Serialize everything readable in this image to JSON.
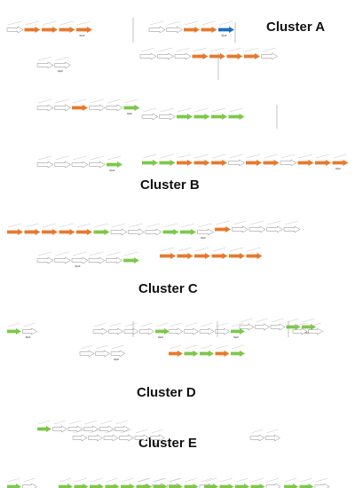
{
  "colors": {
    "orange": "#e8792b",
    "green": "#7cc84a",
    "blue": "#1f6fb8",
    "white": "#ffffff",
    "outline": "#8a8a8a"
  },
  "legend_unreadable_note": "",
  "clusters": [
    {
      "title": "Cluster A",
      "loci": [
        {
          "genes": [
            "white",
            "orange",
            "orange",
            "orange",
            "orange"
          ],
          "marker": "RpsK"
        },
        {
          "genes": [
            "white",
            "white",
            "orange",
            "orange",
            "blue"
          ],
          "marker": "RpsK"
        },
        {
          "genes": [
            "white",
            "white"
          ],
          "marker": "RpsK"
        },
        {
          "genes": [
            "white",
            "white",
            "white",
            "orange",
            "orange",
            "orange",
            "orange",
            "white"
          ],
          "marker": ""
        },
        {
          "genes": [
            "white",
            "white",
            "orange",
            "white",
            "white",
            "green"
          ],
          "marker": "RpsK"
        },
        {
          "genes": [
            "white",
            "white",
            "green",
            "green",
            "green",
            "green"
          ],
          "marker": ""
        },
        {
          "genes": [
            "white",
            "white",
            "white",
            "white",
            "green"
          ],
          "marker": "RpsK"
        },
        {
          "genes": [
            "green",
            "green",
            "orange",
            "orange",
            "orange",
            "white",
            "orange",
            "orange",
            "white",
            "orange",
            "orange",
            "orange"
          ],
          "marker": "RpsK"
        }
      ]
    },
    {
      "title": "Cluster B",
      "loci": [
        {
          "genes": [
            "orange",
            "orange",
            "orange",
            "orange",
            "orange",
            "green",
            "white",
            "white",
            "white",
            "green",
            "green",
            "white"
          ],
          "marker": "RpsK"
        },
        {
          "genes": [
            "orange",
            "white",
            "white",
            "white",
            "white"
          ],
          "marker": ""
        },
        {
          "genes": [
            "white",
            "white",
            "white"
          ],
          "marker": "RpsK"
        },
        {
          "genes": [
            "white",
            "white",
            "green"
          ],
          "marker": ""
        },
        {
          "genes": [
            "orange",
            "orange",
            "orange",
            "orange",
            "orange",
            "orange"
          ],
          "marker": ""
        }
      ]
    },
    {
      "title": "Cluster C",
      "loci": [
        {
          "genes": [
            "green",
            "white"
          ],
          "marker": "RpsK"
        },
        {
          "genes": [
            "white",
            "white",
            "white",
            "white",
            "green"
          ],
          "marker": "RpsK"
        },
        {
          "genes": [
            "white",
            "white",
            "white",
            "white",
            "green"
          ],
          "marker": "RpsK"
        },
        {
          "genes": [
            "white",
            "white",
            "white",
            "green",
            "green"
          ],
          "marker": "RpsK"
        },
        {
          "genes": [
            "white",
            "white"
          ],
          "marker": ""
        },
        {
          "genes": [
            "white",
            "white",
            "white"
          ],
          "marker": "RpsK"
        },
        {
          "genes": [
            "orange",
            "green",
            "green",
            "orange",
            "green"
          ],
          "marker": ""
        }
      ]
    },
    {
      "title": "Cluster D",
      "loci": [
        {
          "genes": [
            "green",
            "white",
            "white",
            "white",
            "white",
            "white"
          ],
          "marker": ""
        },
        {
          "genes": [
            "white",
            "white",
            "white",
            "white",
            "white",
            "white"
          ],
          "marker": "RpsK"
        },
        {
          "genes": [
            "white",
            "white"
          ],
          "marker": ""
        }
      ]
    },
    {
      "title": "Cluster E",
      "loci": [
        {
          "genes": [
            "green",
            "white"
          ],
          "marker": "RpsK"
        },
        {
          "genes": [
            "green",
            "green",
            "green",
            "green",
            "green",
            "green",
            "white",
            "white"
          ],
          "marker": "RpsK"
        },
        {
          "genes": [
            "green",
            "green",
            "green",
            "green",
            "white"
          ],
          "marker": "RpsK"
        },
        {
          "genes": [
            "green",
            "green",
            "green",
            "green",
            "white"
          ],
          "marker": "RpsK"
        },
        {
          "genes": [
            "green",
            "green",
            "white"
          ],
          "marker": "RpsK"
        }
      ]
    }
  ]
}
